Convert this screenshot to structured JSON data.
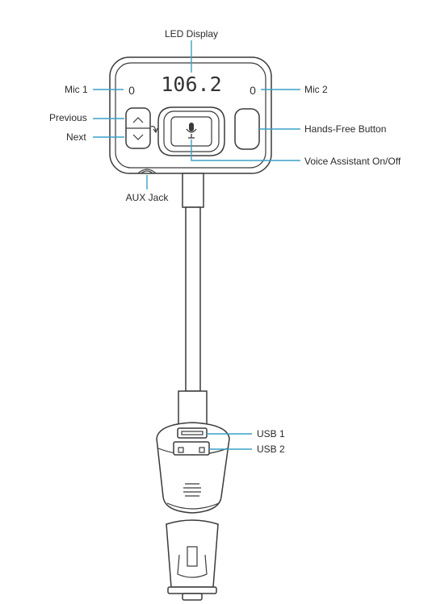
{
  "colors": {
    "callout_line": "#3aa0c8",
    "outline": "#3a3a3a",
    "text": "#2a2a2a"
  },
  "device": {
    "display_value": "106.2",
    "mic1_indicator": "0",
    "mic2_indicator": "0",
    "mic_symbol_icon": "microphone-icon"
  },
  "labels": {
    "led_display": "LED Display",
    "mic1": "Mic 1",
    "mic2": "Mic 2",
    "previous": "Previous",
    "next": "Next",
    "hands_free": "Hands-Free Button",
    "voice_assistant": "Voice Assistant On/Off",
    "aux_jack": "AUX Jack",
    "usb1": "USB 1",
    "usb2": "USB 2"
  }
}
